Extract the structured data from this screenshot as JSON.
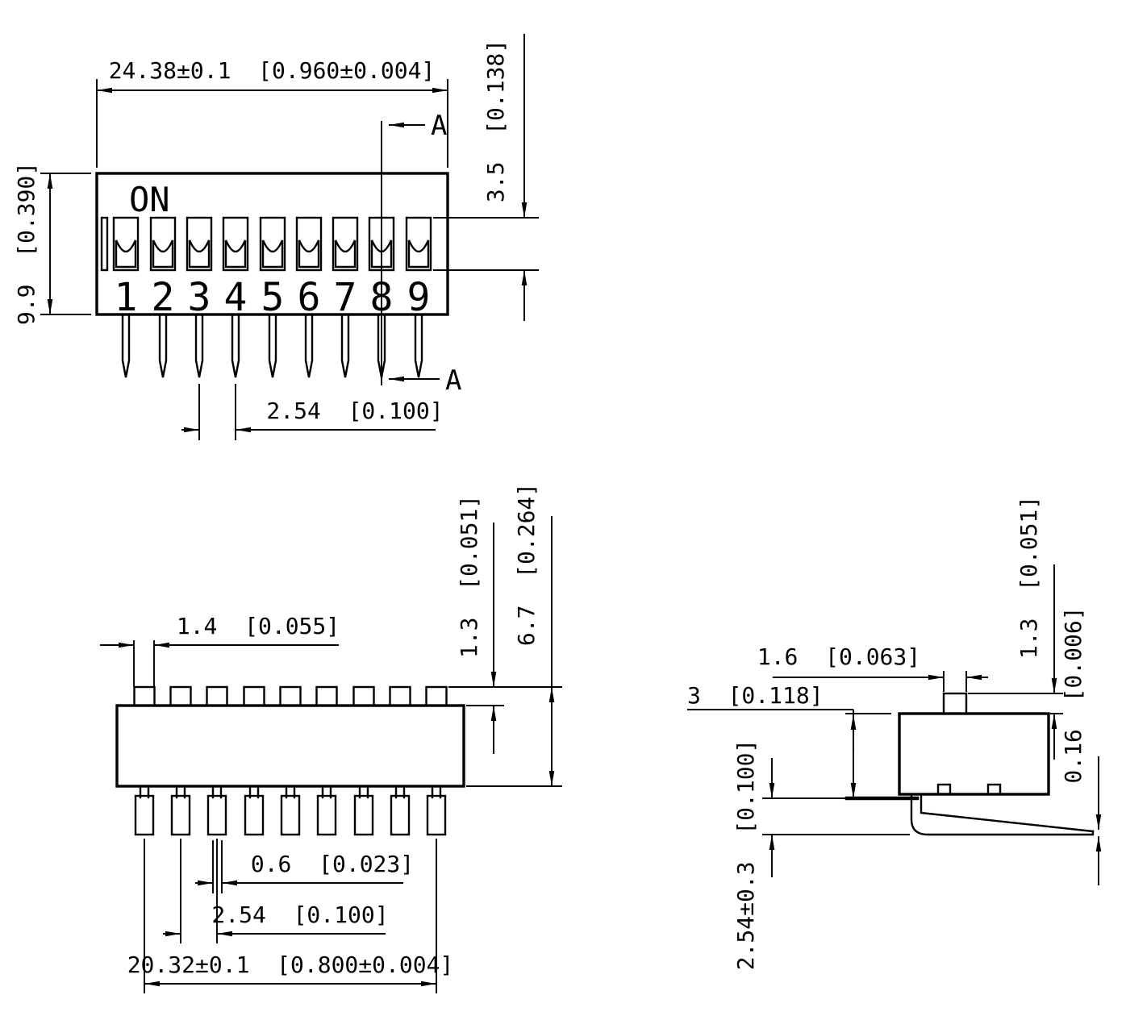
{
  "drawing": {
    "component": "9-position DIP switch",
    "line_color": "#000000",
    "background_color": "#ffffff"
  },
  "views": {
    "top": {
      "on_label": "ON",
      "switch_numbers": [
        "1",
        "2",
        "3",
        "4",
        "5",
        "6",
        "7",
        "8",
        "9"
      ],
      "section_labels": [
        "A",
        "A"
      ],
      "dim_width": "24.38±0.1  [0.960±0.004]",
      "dim_height": "9.9  [0.390]",
      "dim_switch_window_height": "3.5  [0.138]",
      "dim_pitch": "2.54  [0.100]"
    },
    "front": {
      "dim_actuator_width": "1.4  [0.055]",
      "dim_actuator_protrusion": "1.3  [0.051]",
      "dim_total_height": "6.7  [0.264]",
      "dim_pin_width": "0.6  [0.023]",
      "dim_pitch": "2.54  [0.100]",
      "dim_pin_span": "20.32±0.1  [0.800±0.004]"
    },
    "side": {
      "dim_actuator_width": "1.6  [0.063]",
      "dim_body_height": "3  [0.118]",
      "dim_actuator_protrusion": "1.3  [0.051]",
      "dim_pin_thickness": "0.16  [0.006]",
      "dim_standoff": "2.54±0.3  [0.100]"
    }
  }
}
